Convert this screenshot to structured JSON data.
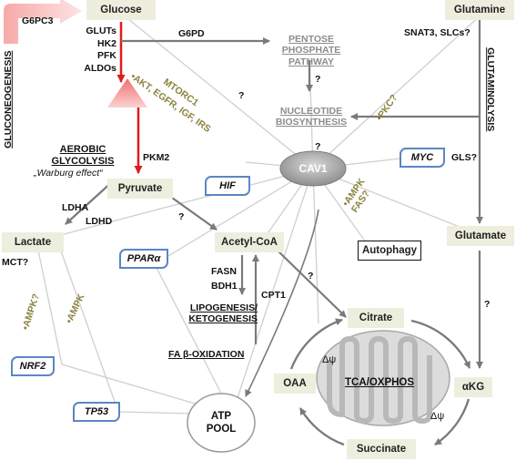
{
  "nodes": {
    "glucose": "Glucose",
    "glutamine": "Glutamine",
    "pyruvate": "Pyruvate",
    "lactate": "Lactate",
    "acetyl_coa": "Acetyl-CoA",
    "glutamate": "Glutamate",
    "citrate": "Citrate",
    "oaa": "OAA",
    "akg": "αKG",
    "succinate": "Succinate",
    "autophagy": "Autophagy",
    "cav1": "CAV1",
    "atp_pool": [
      "ATP",
      "POOL"
    ],
    "pentose": [
      "PENTOSE",
      "PHOSPHATE",
      "PATHWAY"
    ],
    "nucleotide": [
      "NUCLEOTIDE",
      "BIOSYNTHESIS"
    ],
    "tca": "TCA/OXPHOS"
  },
  "genes": {
    "hif": "HIF",
    "myc": "MYC",
    "ppara": "PPARα",
    "nrf2": "NRF2",
    "tp53": "TP53"
  },
  "labels": {
    "g6pc3": "G6PC3",
    "gluconeogenesis": "GLUCONEOGENESIS",
    "glutaminolysis": "GLUTAMINOLYSIS",
    "enzymes_glycolysis": [
      "GLUTs",
      "HK2",
      "PFK",
      "ALDOs"
    ],
    "g6pd": "G6PD",
    "snat3": "SNAT3, SLCs?",
    "akt_signal": "•AKT, EGFR, IGF, IRS",
    "mtorc1": "MTORC1",
    "pkc": "•PKC?",
    "aerobic": [
      "AEROBIC",
      "GLYCOLYSIS"
    ],
    "warburg": "„Warburg effect“",
    "pkm2": "PKM2",
    "gls": "GLS?",
    "ldha": "LDHA",
    "ldhd": "LDHD",
    "mct": "MCT?",
    "ampk_q": "•AMPK?",
    "ampk": "•AMPK",
    "ampk_fas": [
      "•AMPK",
      "FAS?"
    ],
    "fasn": "FASN",
    "bdh1": "BDH1",
    "cpt1": "CPT1",
    "lipogenesis": [
      "LIPOGENESIS/",
      "KETOGENESIS"
    ],
    "fa_oxidation": "FA β-OXIDATION",
    "delta_psi": "Δψ",
    "q": "?"
  }
}
